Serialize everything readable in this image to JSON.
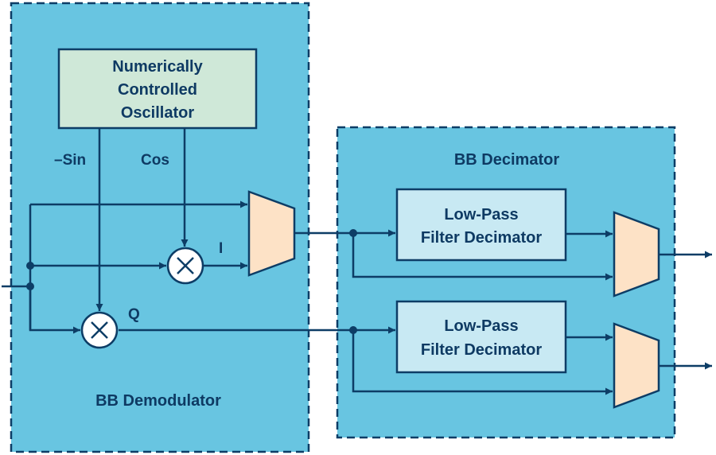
{
  "diagram": {
    "colors": {
      "background": "#ffffff",
      "group_fill": "#68c5e1",
      "stroke": "#0d3d66",
      "nco_fill": "#cfe8d8",
      "filter_fill": "#c8e9f3",
      "mux_fill": "#fde2c6",
      "multiplier_fill": "#ffffff"
    },
    "groups": {
      "demodulator": {
        "label": "BB Demodulator"
      },
      "decimator": {
        "label": "BB Decimator"
      }
    },
    "blocks": {
      "nco": {
        "lines": [
          "Numerically",
          "Controlled",
          "Oscillator"
        ]
      },
      "lpf_top": {
        "lines": [
          "Low-Pass",
          "Filter Decimator"
        ]
      },
      "lpf_bottom": {
        "lines": [
          "Low-Pass",
          "Filter Decimator"
        ]
      }
    },
    "signals": {
      "neg_sin": "–Sin",
      "cos": "Cos",
      "i": "I",
      "q": "Q"
    },
    "multiplier_symbol": "×"
  }
}
